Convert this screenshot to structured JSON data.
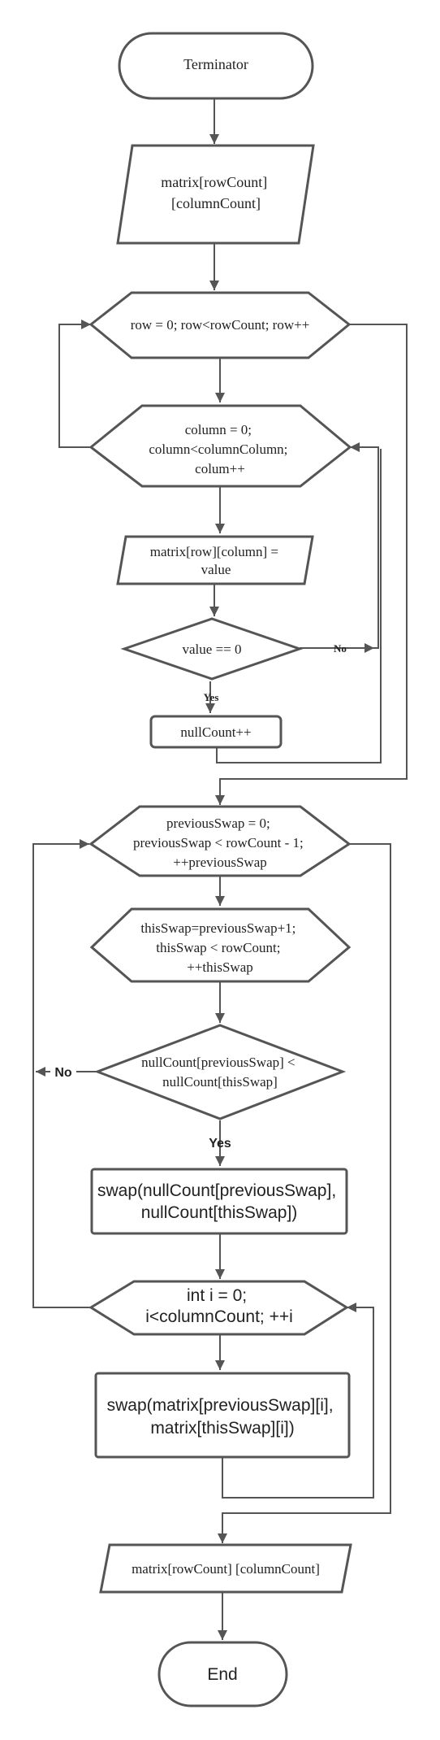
{
  "nodes": {
    "start": {
      "type": "terminator",
      "lines": [
        "Terminator"
      ]
    },
    "input_matrix": {
      "type": "data",
      "lines": [
        "matrix[rowCount]",
        "[columnCount]"
      ]
    },
    "loop_row": {
      "type": "loop",
      "lines": [
        "row = 0; row<rowCount; row++"
      ]
    },
    "loop_column": {
      "type": "loop",
      "lines": [
        "column = 0;",
        "column<columnColumn;",
        "colum++"
      ]
    },
    "read_value": {
      "type": "data",
      "lines": [
        "matrix[row][column] =",
        "value"
      ]
    },
    "check_value": {
      "type": "decision",
      "lines": [
        "value == 0"
      ]
    },
    "inc_null": {
      "type": "process",
      "lines": [
        "nullCount++"
      ]
    },
    "loop_prev": {
      "type": "loop",
      "lines": [
        "previousSwap = 0;",
        "previousSwap < rowCount - 1;",
        "++previousSwap"
      ]
    },
    "loop_this": {
      "type": "loop",
      "lines": [
        "thisSwap=previousSwap+1;",
        "thisSwap < rowCount;",
        "++thisSwap"
      ]
    },
    "compare": {
      "type": "decision",
      "lines": [
        "nullCount[previousSwap] <",
        "nullCount[thisSwap]"
      ]
    },
    "swap_counts": {
      "type": "process",
      "lines": [
        "swap(nullCount[previousSwap],",
        "nullCount[thisSwap])"
      ]
    },
    "loop_i": {
      "type": "loop",
      "lines": [
        "int i = 0;",
        "i<columnCount; ++i"
      ]
    },
    "swap_rows": {
      "type": "process",
      "lines": [
        "swap(matrix[previousSwap][i],",
        "matrix[thisSwap][i])"
      ]
    },
    "output_matrix": {
      "type": "data",
      "lines": [
        "matrix[rowCount] [columnCount]"
      ]
    },
    "end": {
      "type": "terminator",
      "lines": [
        "End"
      ]
    }
  },
  "edge_labels": {
    "value_no": "No",
    "value_yes": "Yes",
    "compare_no": "No",
    "compare_yes": "Yes"
  }
}
